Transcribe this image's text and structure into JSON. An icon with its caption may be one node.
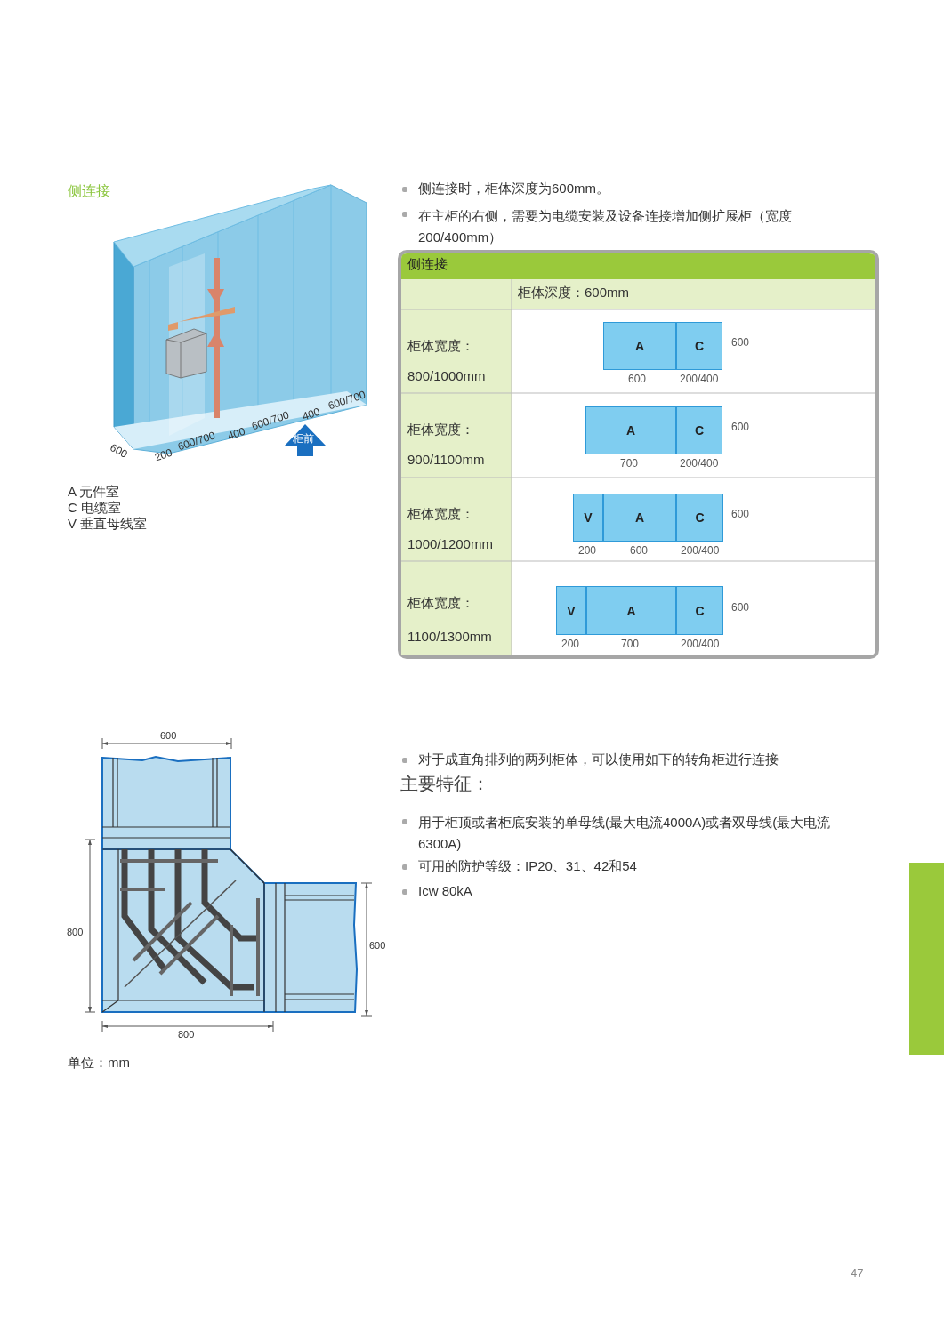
{
  "diagram": {
    "nodes": [
      {
        "text": [
          "A"
        ]
      },
      {
        "text": [
          "C"
        ]
      },
      {
        "text": [
          "A"
        ]
      },
      {
        "text": [
          "C"
        ]
      },
      {
        "text": [
          "V"
        ]
      },
      {
        "text": [
          "A"
        ]
      },
      {
        "text": [
          "C"
        ]
      },
      {
        "text": [
          "V"
        ]
      },
      {
        "text": [
          "A"
        ]
      },
      {
        "text": [
          "C"
        ]
      },
      {
        "text": [],
        "shape": "bar"
      }
    ],
    "labels": [
      "侧连接",
      "600",
      "200",
      "600/700",
      "400",
      "600/700",
      "400",
      "600/700",
      "柜前",
      "A 元件室",
      "C 电缆室",
      "V 垂直母线室",
      "侧连接时，柜体深度为600mm。",
      "在主柜的右侧，需要为电缆安装及设备连接增加侧扩展柜（宽度200/400mm）",
      "侧连接",
      "柜体深度：600mm",
      "柜体宽度：800/1000mm",
      "600",
      "600",
      "200/400",
      "柜体宽度：900/1100mm",
      "600",
      "700",
      "200/400",
      "柜体宽度：1000/1200mm",
      "600",
      "200",
      "600",
      "200/400",
      "柜体宽度：1100/1300mm",
      "600",
      "200",
      "700",
      "200/400",
      "600",
      "800",
      "600",
      "800",
      "单位：mm",
      "对于成直角排列的两列柜体，可以使用如下的转角柜进行连接",
      "主要特征：",
      "用于柜顶或者柜底安装的单母线(最大电流4000A)或者双母线(最大电流6300A)",
      "可用的防护等级：IP20、31、42和54",
      "Icw 80kA",
      "47"
    ]
  }
}
